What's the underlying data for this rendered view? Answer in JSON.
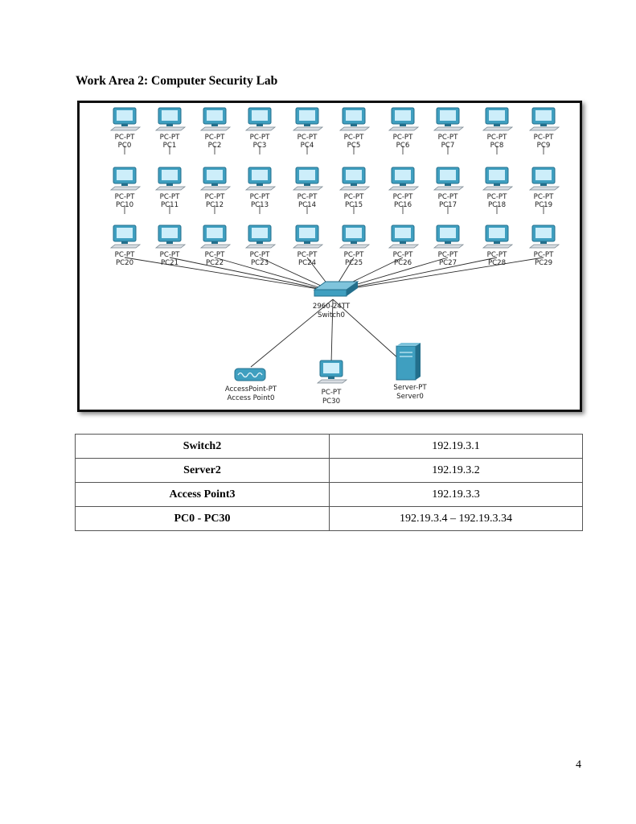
{
  "heading": "Work Area 2: Computer Security Lab",
  "diagram": {
    "pc_type": "PC-PT",
    "pcs": [
      "PC0",
      "PC1",
      "PC2",
      "PC3",
      "PC4",
      "PC5",
      "PC6",
      "PC7",
      "PC8",
      "PC9",
      "PC10",
      "PC11",
      "PC12",
      "PC13",
      "PC14",
      "PC15",
      "PC16",
      "PC17",
      "PC18",
      "PC19",
      "PC20",
      "PC21",
      "PC22",
      "PC23",
      "PC24",
      "PC25",
      "PC26",
      "PC27",
      "PC28",
      "PC29"
    ],
    "switch": {
      "model": "2960-24TT",
      "name": "Switch0"
    },
    "access_point": {
      "model": "AccessPoint-PT",
      "name": "Access Point0"
    },
    "pc30": {
      "model": "PC-PT",
      "name": "PC30"
    },
    "server": {
      "model": "Server-PT",
      "name": "Server0"
    },
    "colors": {
      "device": "#3f9fc0",
      "device_dark": "#236f8c",
      "screen": "#cdeefa",
      "link": "#2a2a2a"
    }
  },
  "table": {
    "rows": [
      {
        "device": "Switch2",
        "ip": "192.19.3.1"
      },
      {
        "device": "Server2",
        "ip": "192.19.3.2"
      },
      {
        "device": "Access Point3",
        "ip": "192.19.3.3"
      },
      {
        "device": "PC0 - PC30",
        "ip": "192.19.3.4 – 192.19.3.34"
      }
    ]
  },
  "page_number": "4"
}
